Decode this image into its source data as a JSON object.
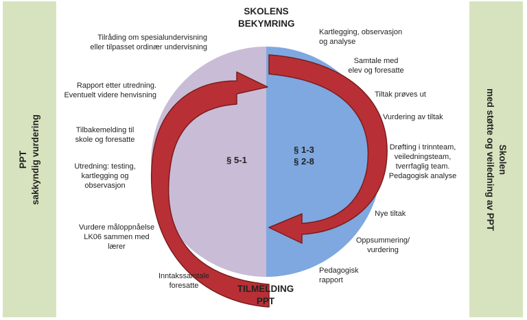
{
  "left_panel": {
    "lines": [
      "PPT",
      "sakkyndig vurdering"
    ]
  },
  "right_panel": {
    "lines": [
      "Skolen",
      "med støtte og veiledning av PPT"
    ]
  },
  "top_heading": {
    "lines": [
      "SKOLENS",
      "BEKYMRING"
    ]
  },
  "bottom_heading": {
    "lines": [
      "TILMELDING",
      "PPT"
    ]
  },
  "left_section": "§ 5-1",
  "right_section": {
    "lines": [
      "§ 1-3",
      "§ 2-8"
    ]
  },
  "colors": {
    "panel": "#d7e3bf",
    "circle_left": "#c9bcd6",
    "circle_right": "#7ea8df",
    "arrow": "#b83035",
    "arrow_border": "#7a1c1e"
  },
  "left_labels": [
    {
      "lines": [
        "Tilråding om spesialundervisning",
        "eller tilpasset ordinær undervisning"
      ]
    },
    {
      "lines": [
        "Rapport etter utredning.",
        "Eventuelt videre henvisning"
      ]
    },
    {
      "lines": [
        "Tilbakemelding til",
        "skole og foresatte"
      ]
    },
    {
      "lines": [
        "Utredning: testing,",
        "kartlegging og",
        "observasjon"
      ]
    },
    {
      "lines": [
        "Vurdere måloppnåelse",
        "LK06 sammen med",
        "lærer"
      ]
    },
    {
      "lines": [
        "Inntakssamtale",
        "foresatte"
      ]
    }
  ],
  "right_labels": [
    {
      "lines": [
        "Kartlegging, observasjon",
        "og analyse"
      ]
    },
    {
      "lines": [
        "Samtale med",
        "elev og foresatte"
      ]
    },
    {
      "lines": [
        "Tiltak prøves ut"
      ]
    },
    {
      "lines": [
        "Vurdering av tiltak"
      ]
    },
    {
      "lines": [
        "Drøfting i trinnteam,",
        "veiledningsteam,",
        "tverrfaglig team.",
        "Pedagogisk analyse"
      ]
    },
    {
      "lines": [
        "Nye tiltak"
      ]
    },
    {
      "lines": [
        "Oppsummering/",
        "vurdering"
      ]
    },
    {
      "lines": [
        "Pedagogisk",
        "rapport"
      ]
    }
  ]
}
